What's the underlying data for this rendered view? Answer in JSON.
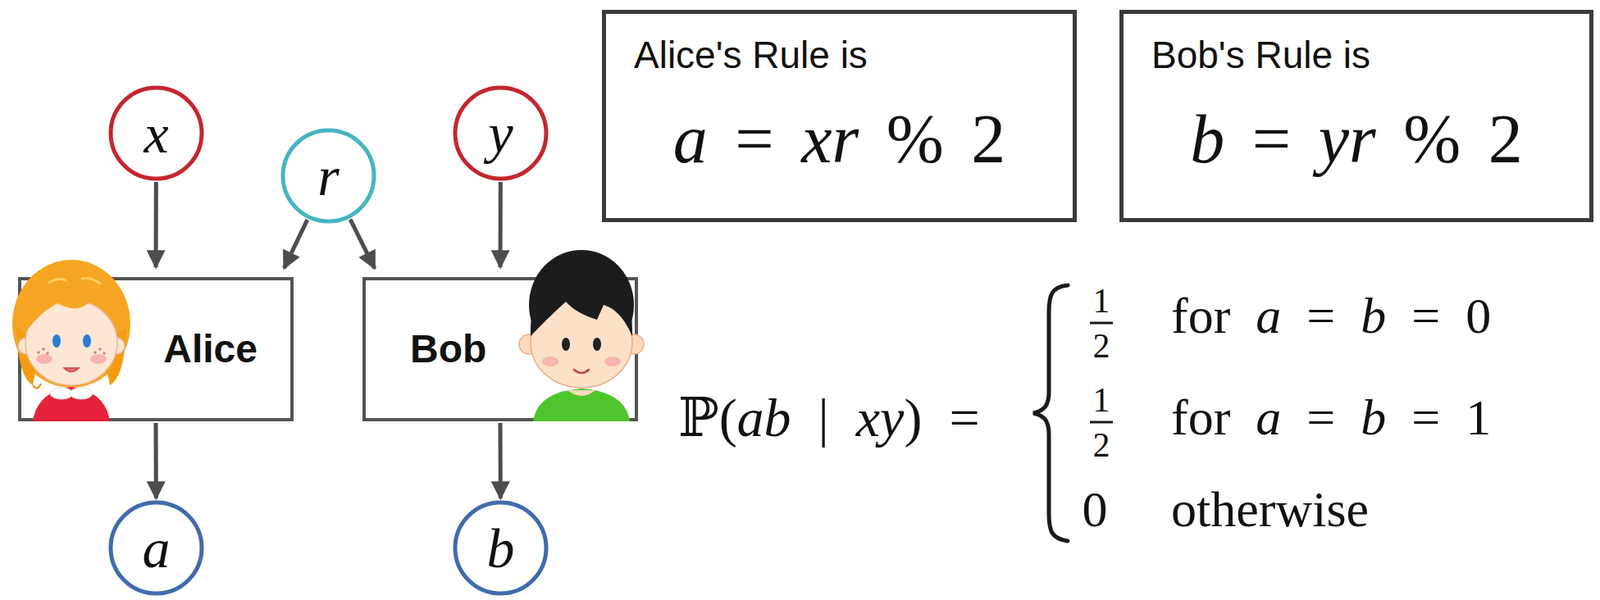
{
  "diagram": {
    "nodes": [
      {
        "text": [
          "x"
        ]
      },
      {
        "text": [
          "r"
        ]
      },
      {
        "text": [
          "y"
        ]
      },
      {
        "text": [
          "Alice's Rule is",
          "a = xr % 2"
        ]
      },
      {
        "text": [
          "Bob's Rule is",
          "b = yr % 2"
        ]
      },
      {
        "text": [
          "Alice"
        ]
      },
      {
        "text": [
          "Bob"
        ]
      },
      {
        "text": [
          "a"
        ]
      },
      {
        "text": [
          "b"
        ]
      }
    ],
    "edges": [
      {
        "from": 0,
        "to": 5,
        "arrow": "to"
      },
      {
        "from": 1,
        "to": 5,
        "arrow": "to"
      },
      {
        "from": 1,
        "to": 6,
        "arrow": "to"
      },
      {
        "from": 2,
        "to": 6,
        "arrow": "to"
      },
      {
        "from": 5,
        "to": 7,
        "arrow": "to"
      },
      {
        "from": 6,
        "to": 8,
        "arrow": "to"
      }
    ],
    "labels": [
      "ℙ(ab | xy) =",
      "1",
      "2",
      "for a = b = 0",
      "1",
      "2",
      "for a = b = 1",
      "0",
      "otherwise"
    ]
  }
}
